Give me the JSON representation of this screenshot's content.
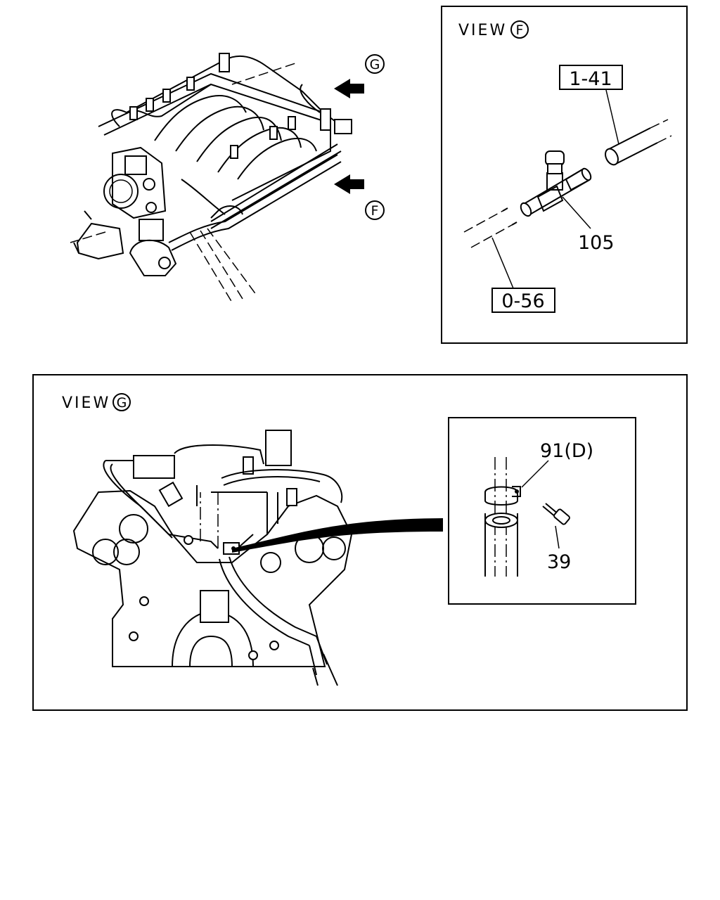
{
  "view_f": {
    "title": "VIEW",
    "marker": "F"
  },
  "view_g": {
    "title": "VIEW",
    "marker": "G"
  },
  "overview": {
    "arrow_g_label": "G",
    "arrow_f_label": "F"
  },
  "parts": {
    "p1_41": "1-41",
    "p105": "105",
    "p0_56": "0-56",
    "p91d": "91(D)",
    "p39": "39"
  }
}
